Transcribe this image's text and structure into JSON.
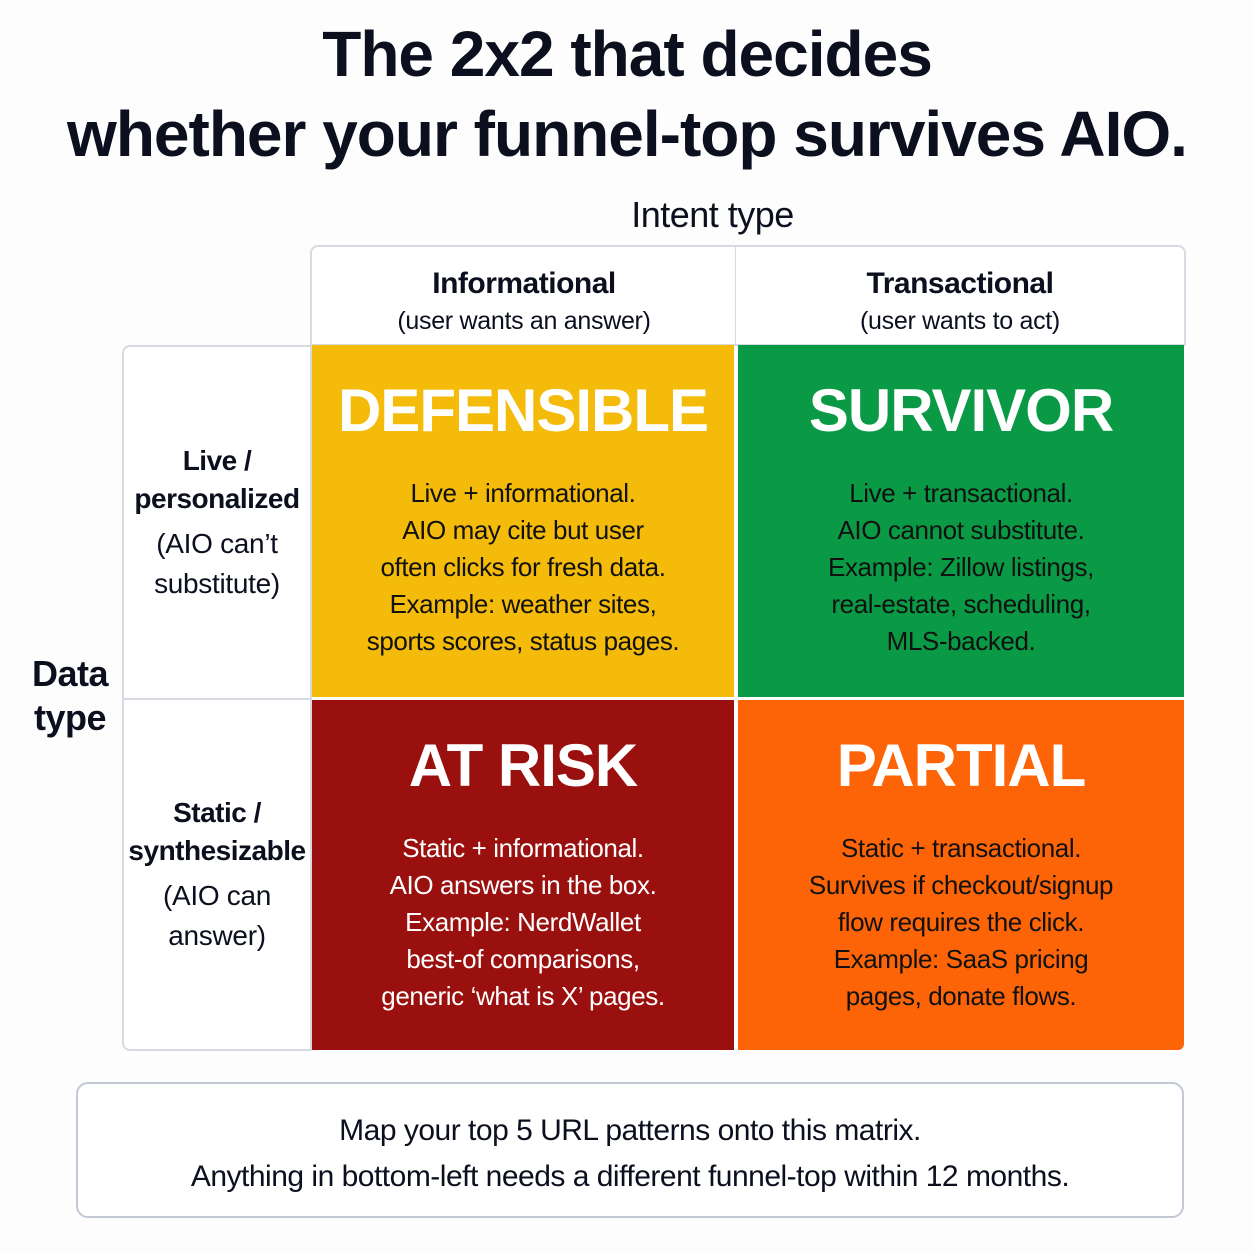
{
  "title": {
    "line1": "The 2x2 that decides",
    "line2": "whether your funnel-top survives AIO."
  },
  "x_axis": {
    "label": "Intent type",
    "columns": [
      {
        "title": "Informational",
        "subtitle": "(user wants an answer)"
      },
      {
        "title": "Transactional",
        "subtitle": "(user wants to act)"
      }
    ]
  },
  "y_axis": {
    "label_line1": "Data",
    "label_line2": "type",
    "rows": [
      {
        "title_line1": "Live /",
        "title_line2": "personalized",
        "subtitle_line1": "(AIO can’t",
        "subtitle_line2": "substitute)"
      },
      {
        "title_line1": "Static /",
        "title_line2": "synthesizable",
        "subtitle_line1": "(AIO can",
        "subtitle_line2": "answer)"
      }
    ]
  },
  "quadrants": [
    {
      "name": "DEFENSIBLE",
      "color": "#f4bb0b",
      "lines": [
        "Live + informational.",
        "AIO may cite but user",
        "often clicks for fresh data.",
        "Example: weather sites,",
        "sports scores, status pages."
      ]
    },
    {
      "name": "SURVIVOR",
      "color": "#0a9944",
      "lines": [
        "Live + transactional.",
        "AIO cannot substitute.",
        "Example: Zillow listings,",
        "real-estate, scheduling,",
        "MLS-backed."
      ]
    },
    {
      "name": "AT RISK",
      "color": "#9a100e",
      "lines": [
        "Static + informational.",
        "AIO answers in the box.",
        "Example: NerdWallet",
        "best-of comparisons,",
        "generic ‘what is X’ pages."
      ]
    },
    {
      "name": "PARTIAL",
      "color": "#fc6407",
      "lines": [
        "Static + transactional.",
        "Survives if checkout/signup",
        "flow requires the click.",
        "Example: SaaS pricing",
        "pages, donate flows."
      ]
    }
  ],
  "footer": {
    "line1": "Map your top 5 URL patterns onto this matrix.",
    "line2": "Anything in bottom-left needs a different funnel-top within 12 months."
  }
}
